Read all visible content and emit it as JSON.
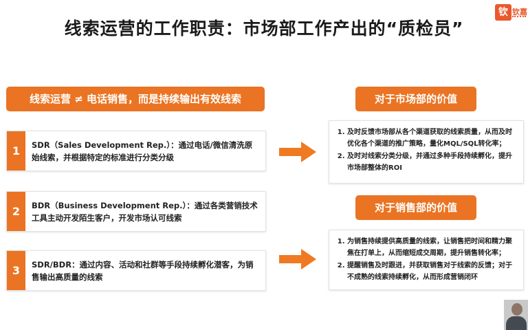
{
  "title": "线索运营的工作职责：市场部工作产出的“质检员”",
  "logo": {
    "mark": "钦",
    "text": "钦嘉"
  },
  "left_header": "线索运营 ≠ 电话销售，而是持续输出有效线索",
  "roles": [
    {
      "num": "1",
      "text": "SDR（Sales Development Rep.）：通过电话/微信清洗原始线索，并根据特定的标准进行分类分级"
    },
    {
      "num": "2",
      "text": "BDR（Business Development Rep.）：通过各类营销技术工具主动开发陌生客户，开发市场认可线索"
    },
    {
      "num": "3",
      "text": "SDR/BDR：通过内容、活动和社群等手段持续孵化潜客，为销售输出高质量的线索"
    }
  ],
  "marketing": {
    "header": "对于市场部的价值",
    "items": [
      "及时反馈市场部从各个渠道获取的线索质量，从而及时优化各个渠道的推广策略，量化MQL/SQL转化率；",
      "及时对线索分类分级，并通过多种手段持续孵化，提升市场部整体的ROI"
    ]
  },
  "sales": {
    "header": "对于销售部的价值",
    "items": [
      "为销售持续提供高质量的线索，让销售把时间和精力聚焦在打单上，从而缩短成交周期，提升销售转化率；",
      "提醒销售及时跟进，并获取销售对于线索的反馈；对于不成熟的线索持续孵化，从而形成营销闭环"
    ]
  },
  "colors": {
    "accent": "#ea7423",
    "arrow": "#ef7a22"
  }
}
